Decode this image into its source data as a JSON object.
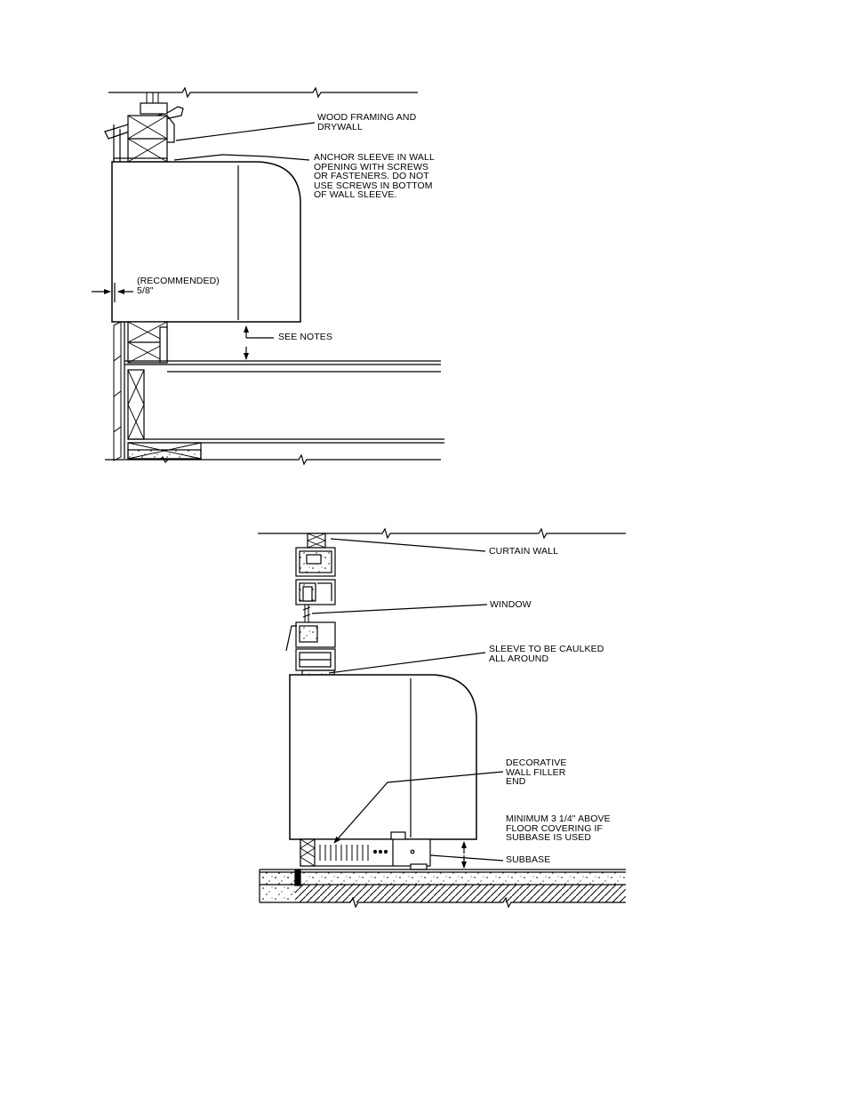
{
  "diagram_1": {
    "callouts": {
      "wood_framing": "WOOD FRAMING AND\nDRYWALL",
      "anchor_sleeve": "ANCHOR SLEEVE IN WALL\nOPENING WITH SCREWS\nOR FASTENERS. DO NOT\nUSE SCREWS IN BOTTOM\nOF WALL SLEEVE.",
      "recommended": "(RECOMMENDED)\n5/8\"",
      "see_notes": "SEE NOTES"
    }
  },
  "diagram_2": {
    "callouts": {
      "curtain_wall": "CURTAIN WALL",
      "window": "WINDOW",
      "sleeve_caulked": "SLEEVE TO BE CAULKED\nALL AROUND",
      "decorative_filler": "DECORATIVE\nWALL FILLER\nEND",
      "minimum_height": "MINIMUM 3 1/4\" ABOVE\nFLOOR COVERING IF\nSUBBASE IS USED",
      "subbase": "SUBBASE"
    }
  },
  "colors": {
    "ink": "#000000",
    "paper": "#ffffff"
  }
}
